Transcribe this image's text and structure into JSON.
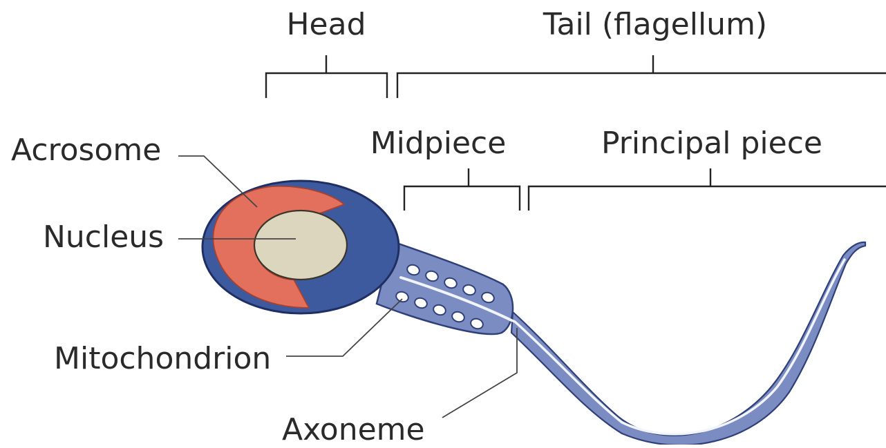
{
  "labels": {
    "head": "Head",
    "tail": "Tail (flagellum)",
    "midpiece": "Midpiece",
    "principal_piece": "Principal piece",
    "acrosome": "Acrosome",
    "nucleus": "Nucleus",
    "mitochondrion": "Mitochondrion",
    "axoneme": "Axoneme"
  },
  "colors": {
    "membrane_blue": "#3e5a9e",
    "membrane_outline": "#1f2f63",
    "acrosome_red": "#e2705c",
    "acrosome_outline": "#a8402e",
    "nucleus_beige": "#ddd6bf",
    "nucleus_outline": "#3a3528",
    "tail_blue": "#7b8cc3",
    "tail_outline": "#2f3f78",
    "axoneme_white": "#f2f4fb",
    "mitochondria_white": "#ffffff"
  }
}
